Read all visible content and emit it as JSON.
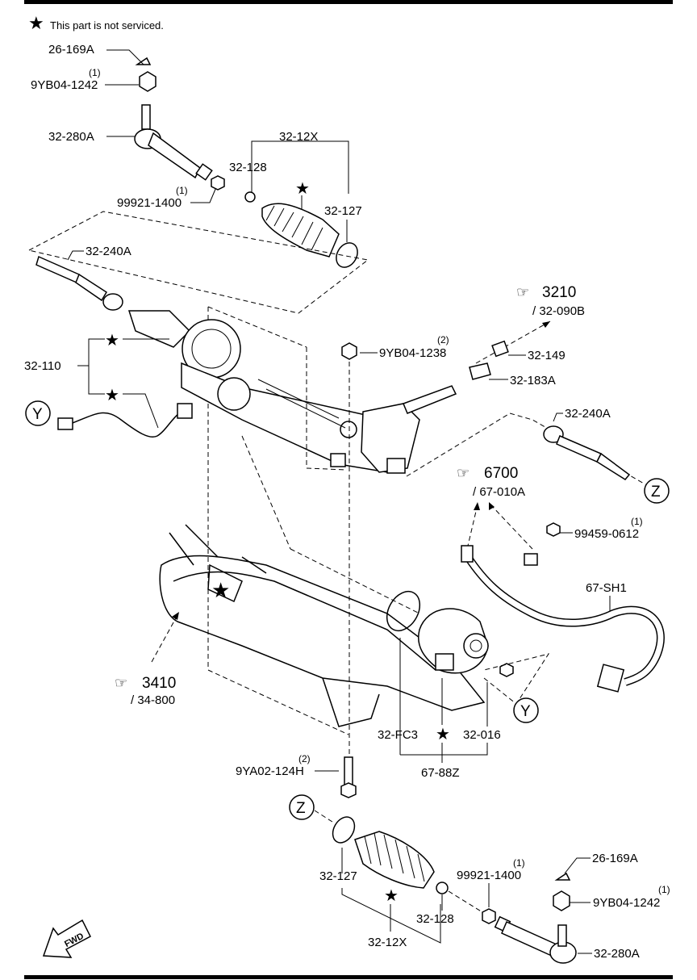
{
  "note": "This part is not serviced.",
  "labels": {
    "l_26_169A_top": "26-169A",
    "l_9YB04_1242_top": "9YB04-1242",
    "q_1_a": "(1)",
    "l_32_280A_top": "32-280A",
    "l_32_12X_top": "32-12X",
    "l_32_128_top": "32-128",
    "l_99921_1400_top": "99921-1400",
    "q_1_b": "(1)",
    "l_32_127_top": "32-127",
    "l_32_240A_left": "32-240A",
    "ref_3210": "3210",
    "ref_32_090B": "/ 32-090B",
    "l_9YB04_1238": "9YB04-1238",
    "q_2_a": "(2)",
    "l_32_149": "32-149",
    "l_32_183A": "32-183A",
    "l_32_110": "32-110",
    "callout_Y": "Y",
    "l_32_240A_right": "32-240A",
    "callout_Z": "Z",
    "ref_6700": "6700",
    "ref_67_010A": "/ 67-010A",
    "l_99459_0612": "99459-0612",
    "q_1_c": "(1)",
    "l_67_SH1": "67-SH1",
    "ref_3410": "3410",
    "ref_34_800": "/ 34-800",
    "l_32_FC3": "32-FC3",
    "l_32_016": "32-016",
    "l_67_88Z": "67-88Z",
    "l_9YA02_124H": "9YA02-124H",
    "q_2_b": "(2)",
    "callout_Z2": "Z",
    "callout_Y2": "Y",
    "l_32_127_bot": "32-127",
    "l_99921_1400_bot": "99921-1400",
    "q_1_d": "(1)",
    "l_26_169A_bot": "26-169A",
    "l_9YB04_1242_bot": "9YB04-1242",
    "q_1_e": "(1)",
    "l_32_128_bot": "32-128",
    "l_32_12X_bot": "32-12X",
    "l_32_280A_bot": "32-280A",
    "fwd": "FWD"
  }
}
